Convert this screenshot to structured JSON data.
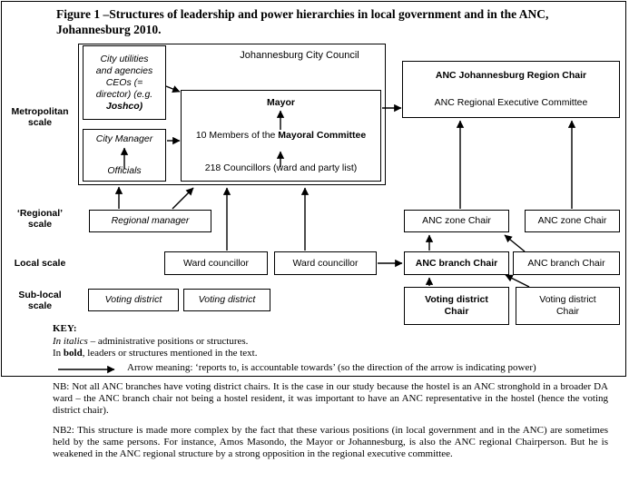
{
  "figure": {
    "title": "Figure 1 –Structures of leadership and power hierarchies in local government and in the ANC, Johannesburg 2010."
  },
  "scales": {
    "metropolitan": "Metropolitan\nscale",
    "metropolitan_line1": "Metropolitan",
    "metropolitan_line2": "scale",
    "regional_line1": "‘Regional’",
    "regional_line2": "scale",
    "local": "Local scale",
    "sublocal_line1": "Sub-local",
    "sublocal_line2": "scale"
  },
  "local_gov": {
    "council_title": "Johannesburg City Council",
    "utilities": {
      "line1": "City utilities",
      "line2": "and agencies",
      "line3": "CEOs (=",
      "line4": "director) (e.g.",
      "line5": "Joshco)"
    },
    "city_manager": "City Manager",
    "officials": "Officials",
    "mayor": "Mayor",
    "mayoral_committee_prefix": "10 Members of the ",
    "mayoral_committee_bold": "Mayoral Committee",
    "councillors": "218 Councillors (ward and party list)",
    "regional_manager": "Regional manager",
    "ward_councillor_1": "Ward councillor",
    "ward_councillor_2": "Ward councillor",
    "voting_district_1": "Voting district",
    "voting_district_2": "Voting district"
  },
  "anc": {
    "region_chair": "ANC Johannesburg Region Chair",
    "regional_exec": "ANC Regional Executive Committee",
    "zone_chair_1": "ANC zone Chair",
    "zone_chair_2": "ANC zone Chair",
    "branch_chair_1": "ANC branch Chair",
    "branch_chair_2": "ANC branch Chair",
    "vd_chair_1_line1": "Voting district",
    "vd_chair_1_line2": "Chair",
    "vd_chair_2_line1": "Voting district",
    "vd_chair_2_line2": "Chair"
  },
  "key": {
    "heading": "KEY:",
    "line1_italic": "In italics",
    "line1_rest": " – administrative positions or structures.",
    "line2_pre": "In ",
    "line2_bold": "bold",
    "line2_rest": ", leaders  or structures  mentioned in the text.",
    "line3": "Arrow meaning: ‘reports to, is accountable  towards’ (so the direction  of the arrow is indicating  power)"
  },
  "notes": {
    "nb1": "NB: Not all ANC branches have voting district chairs. It is the case in our study because the hostel is an ANC stronghold in a broader DA ward – the ANC branch chair not being a hostel resident, it was important to have an ANC representative in the hostel (hence the voting district chair).",
    "nb2": "NB2: This structure is made more complex by the fact that these various positions (in local government and in the ANC) are sometimes held by the same persons. For instance, Amos Masondo, the Mayor or Johannesburg, is also the ANC regional Chairperson. But he is weakened in the ANC regional structure by a strong opposition in the regional executive committee."
  },
  "colors": {
    "line": "#000000",
    "background": "#ffffff"
  }
}
